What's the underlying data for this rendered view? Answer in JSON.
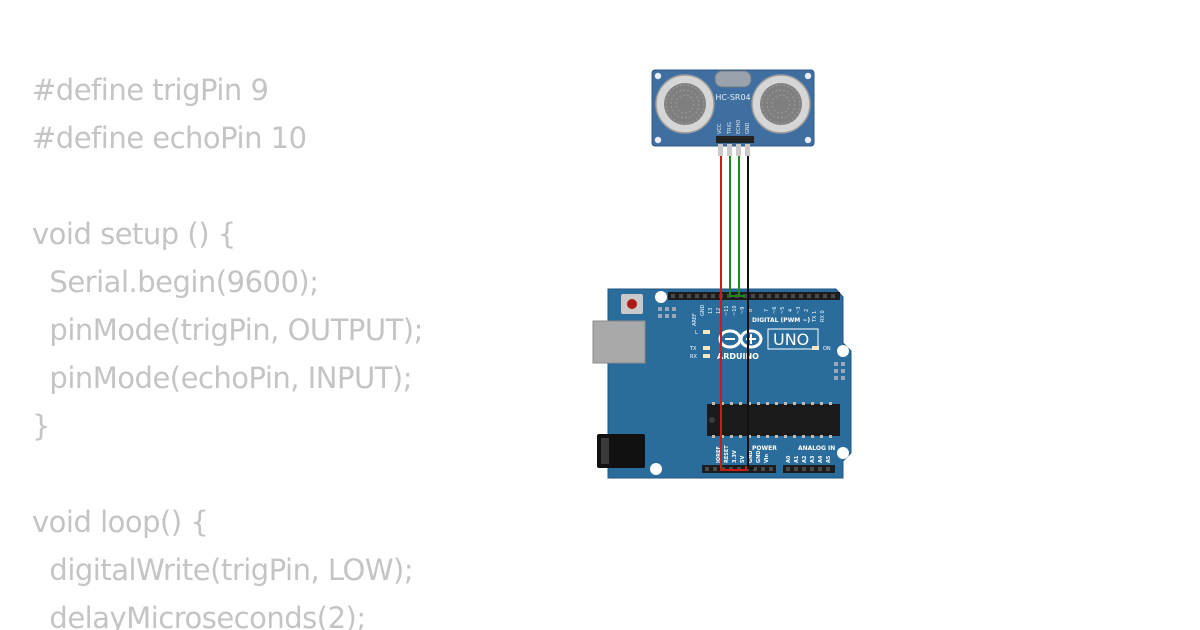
{
  "code": {
    "lines": [
      "#define trigPin 9",
      "#define echoPin 10",
      "",
      "void setup () {",
      "  Serial.begin(9600);",
      "  pinMode(trigPin, OUTPUT);",
      "  pinMode(echoPin, INPUT);",
      "}",
      "",
      "void loop() {",
      "  digitalWrite(trigPin, LOW);",
      "  delayMicroseconds(2);"
    ]
  },
  "sensor": {
    "model": "HC-SR04",
    "pins": [
      "VCC",
      "TRIG",
      "ECHO",
      "GND"
    ]
  },
  "board": {
    "brand": "ARDUINO",
    "model": "UNO",
    "digital_header": "DIGITAL (PWM ~)",
    "power_header": "POWER",
    "analog_header": "ANALOG IN",
    "on_label": "ON",
    "l_label": "L",
    "tx_label": "TX",
    "rx_label": "RX",
    "aref_label": "AREF",
    "gnd_label": "GND",
    "digital_pins": [
      "13",
      "12",
      "~11",
      "~10",
      "~9",
      "8",
      "7",
      "~6",
      "~5",
      "4",
      "~3",
      "2",
      "TX 1",
      "RX 0"
    ],
    "power_pins": [
      "IOREF",
      "RESET",
      "3.3V",
      "5V",
      "GND",
      "GND",
      "Vin"
    ],
    "analog_pins": [
      "A0",
      "A1",
      "A2",
      "A3",
      "A4",
      "A5"
    ]
  },
  "colors": {
    "background": "#ffffff",
    "code_text": "#c4c4c4",
    "board": "#2a6c9c",
    "sensor": "#3f6fa0",
    "wire_vcc": "#d01818",
    "wire_trig": "#1a8c1a",
    "wire_echo": "#1a8c1a",
    "wire_gnd": "#111111"
  }
}
